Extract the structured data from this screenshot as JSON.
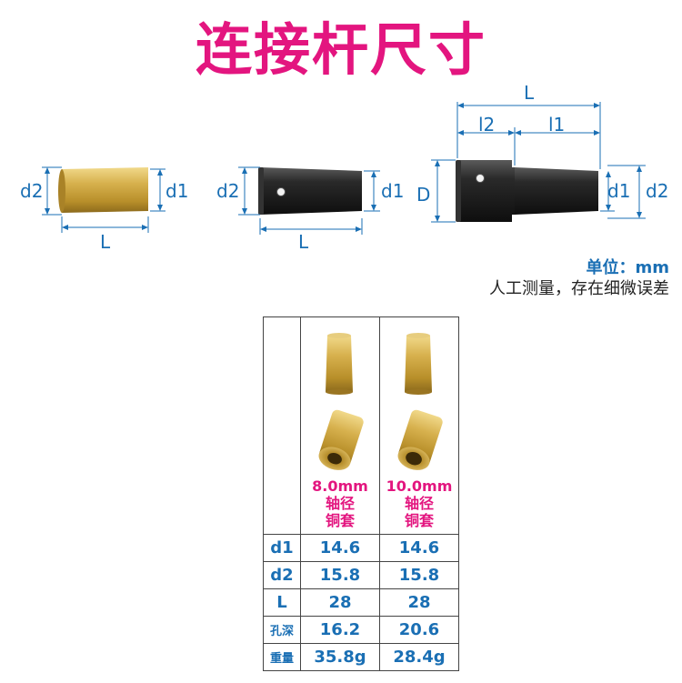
{
  "title": "连接杆尺寸",
  "diagram": {
    "labels": {
      "d1": "d1",
      "d2": "d2",
      "L": "L",
      "l1": "l1",
      "l2": "l2",
      "D": "D"
    },
    "colors": {
      "dimension": "#1a6fb4",
      "brass": "#c9a53c",
      "steel": "#1c1c1c",
      "title": "#e3157f"
    }
  },
  "unit_label": "单位：mm",
  "note": "人工测量，存在细微误差",
  "spec_table": {
    "products": [
      {
        "name_line1": "8.0mm",
        "name_line2": "轴径",
        "name_line3": "铜套"
      },
      {
        "name_line1": "10.0mm",
        "name_line2": "轴径",
        "name_line3": "铜套"
      }
    ],
    "rows": [
      {
        "label": "d1",
        "values": [
          "14.6",
          "14.6"
        ]
      },
      {
        "label": "d2",
        "values": [
          "15.8",
          "15.8"
        ]
      },
      {
        "label": "L",
        "values": [
          "28",
          "28"
        ]
      },
      {
        "label": "孔深",
        "values": [
          "16.2",
          "20.6"
        ]
      },
      {
        "label": "重量",
        "values": [
          "35.8g",
          "28.4g"
        ]
      }
    ]
  }
}
